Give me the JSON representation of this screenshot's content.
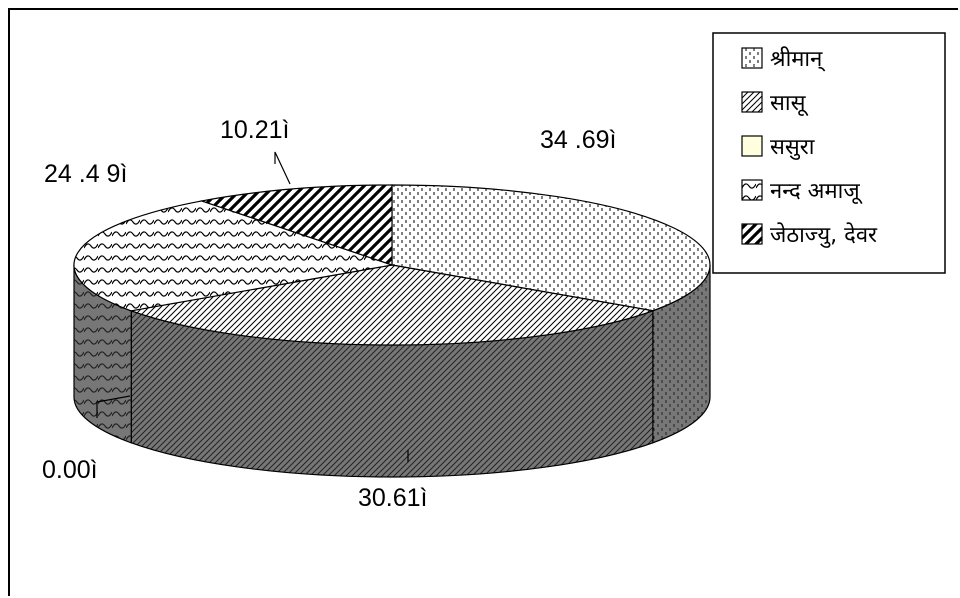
{
  "chart_data": {
    "type": "pie",
    "style": "3d",
    "legend_position": "top-right",
    "categories": [
      "श्रीमान्",
      "सासू",
      "ससुरा",
      "नन्द अमाजू",
      "जेठाज्यु, देवर"
    ],
    "values": [
      34.69,
      30.61,
      0.0,
      24.49,
      10.21
    ],
    "labels": [
      "34 .69ì",
      "30.61ì",
      "0.00ì",
      "24 .4 9ì",
      "10.21ì"
    ],
    "title": "",
    "colors": [
      "#ffffff",
      "#ffffff",
      "#ffffe0",
      "#ffffff",
      "#000000"
    ]
  }
}
